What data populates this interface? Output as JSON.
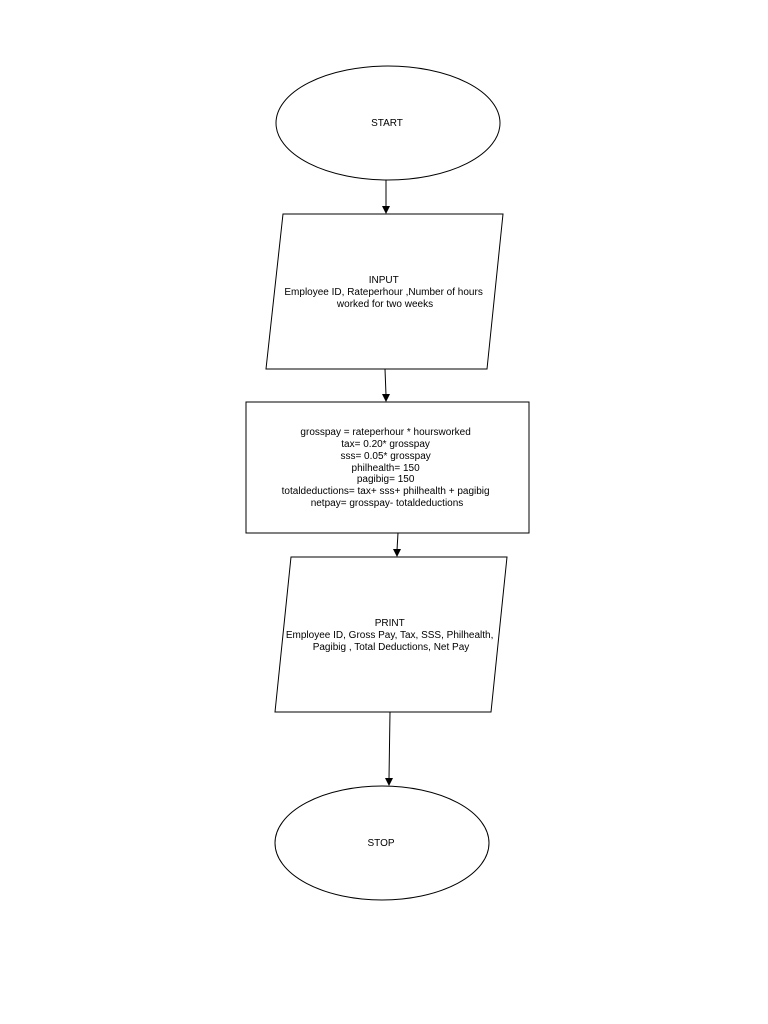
{
  "flowchart": {
    "start": {
      "label": "START"
    },
    "input": {
      "lines": [
        "INPUT",
        "Employee ID, Rateperhour ,Number of hours",
        "worked for two weeks"
      ]
    },
    "process": {
      "lines": [
        "grosspay = rateperhour * hoursworked",
        "tax= 0.20* grosspay",
        "sss= 0.05* grosspay",
        "philhealth= 150",
        "pagibig= 150",
        "totaldeductions= tax+ sss+ philhealth + pagibig",
        "netpay= grosspay- totaldeductions"
      ]
    },
    "output": {
      "lines": [
        "PRINT",
        "Employee ID, Gross Pay, Tax, SSS, Philhealth,",
        "Pagibig , Total Deductions, Net Pay"
      ]
    },
    "stop": {
      "label": "STOP"
    }
  },
  "colors": {
    "stroke": "#000000",
    "fill": "#ffffff",
    "text": "#000000"
  }
}
